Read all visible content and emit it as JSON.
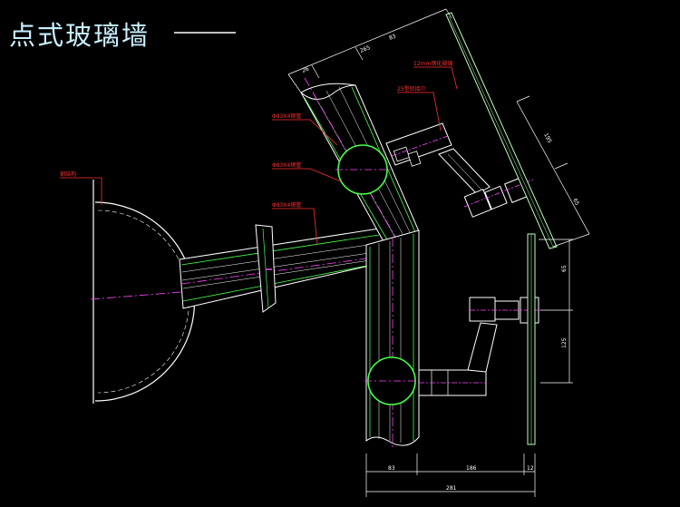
{
  "title": "点式玻璃墙",
  "colors": {
    "background": "#000000",
    "title": "#c8f0ff",
    "title_rule": "#bfbfbf",
    "tube": "#ffffff",
    "tube_edge": "#48ff48",
    "glass": "#b8ffb8",
    "centerline": "#ff44ff",
    "leader": "#ff3030",
    "hardware": "#ffffff",
    "dim": "#ffffff"
  },
  "labels": {
    "left_wall": "钢结构",
    "glass_12mm": "12mm钢化玻璃",
    "fitting_25": "25型驳接爪",
    "tube_a": "Φ83X4钢管",
    "tube_b": "Φ83X4钢管",
    "tube_c": "Φ83X4钢管"
  },
  "dimensions": {
    "top_a": "26",
    "top_b": "265",
    "top_c": "83",
    "diag_a": "195",
    "diag_b": "65",
    "right_a": "65",
    "right_b": "125",
    "bottom_a": "83",
    "bottom_b": "186",
    "bottom_c": "12",
    "bottom_total": "281"
  }
}
